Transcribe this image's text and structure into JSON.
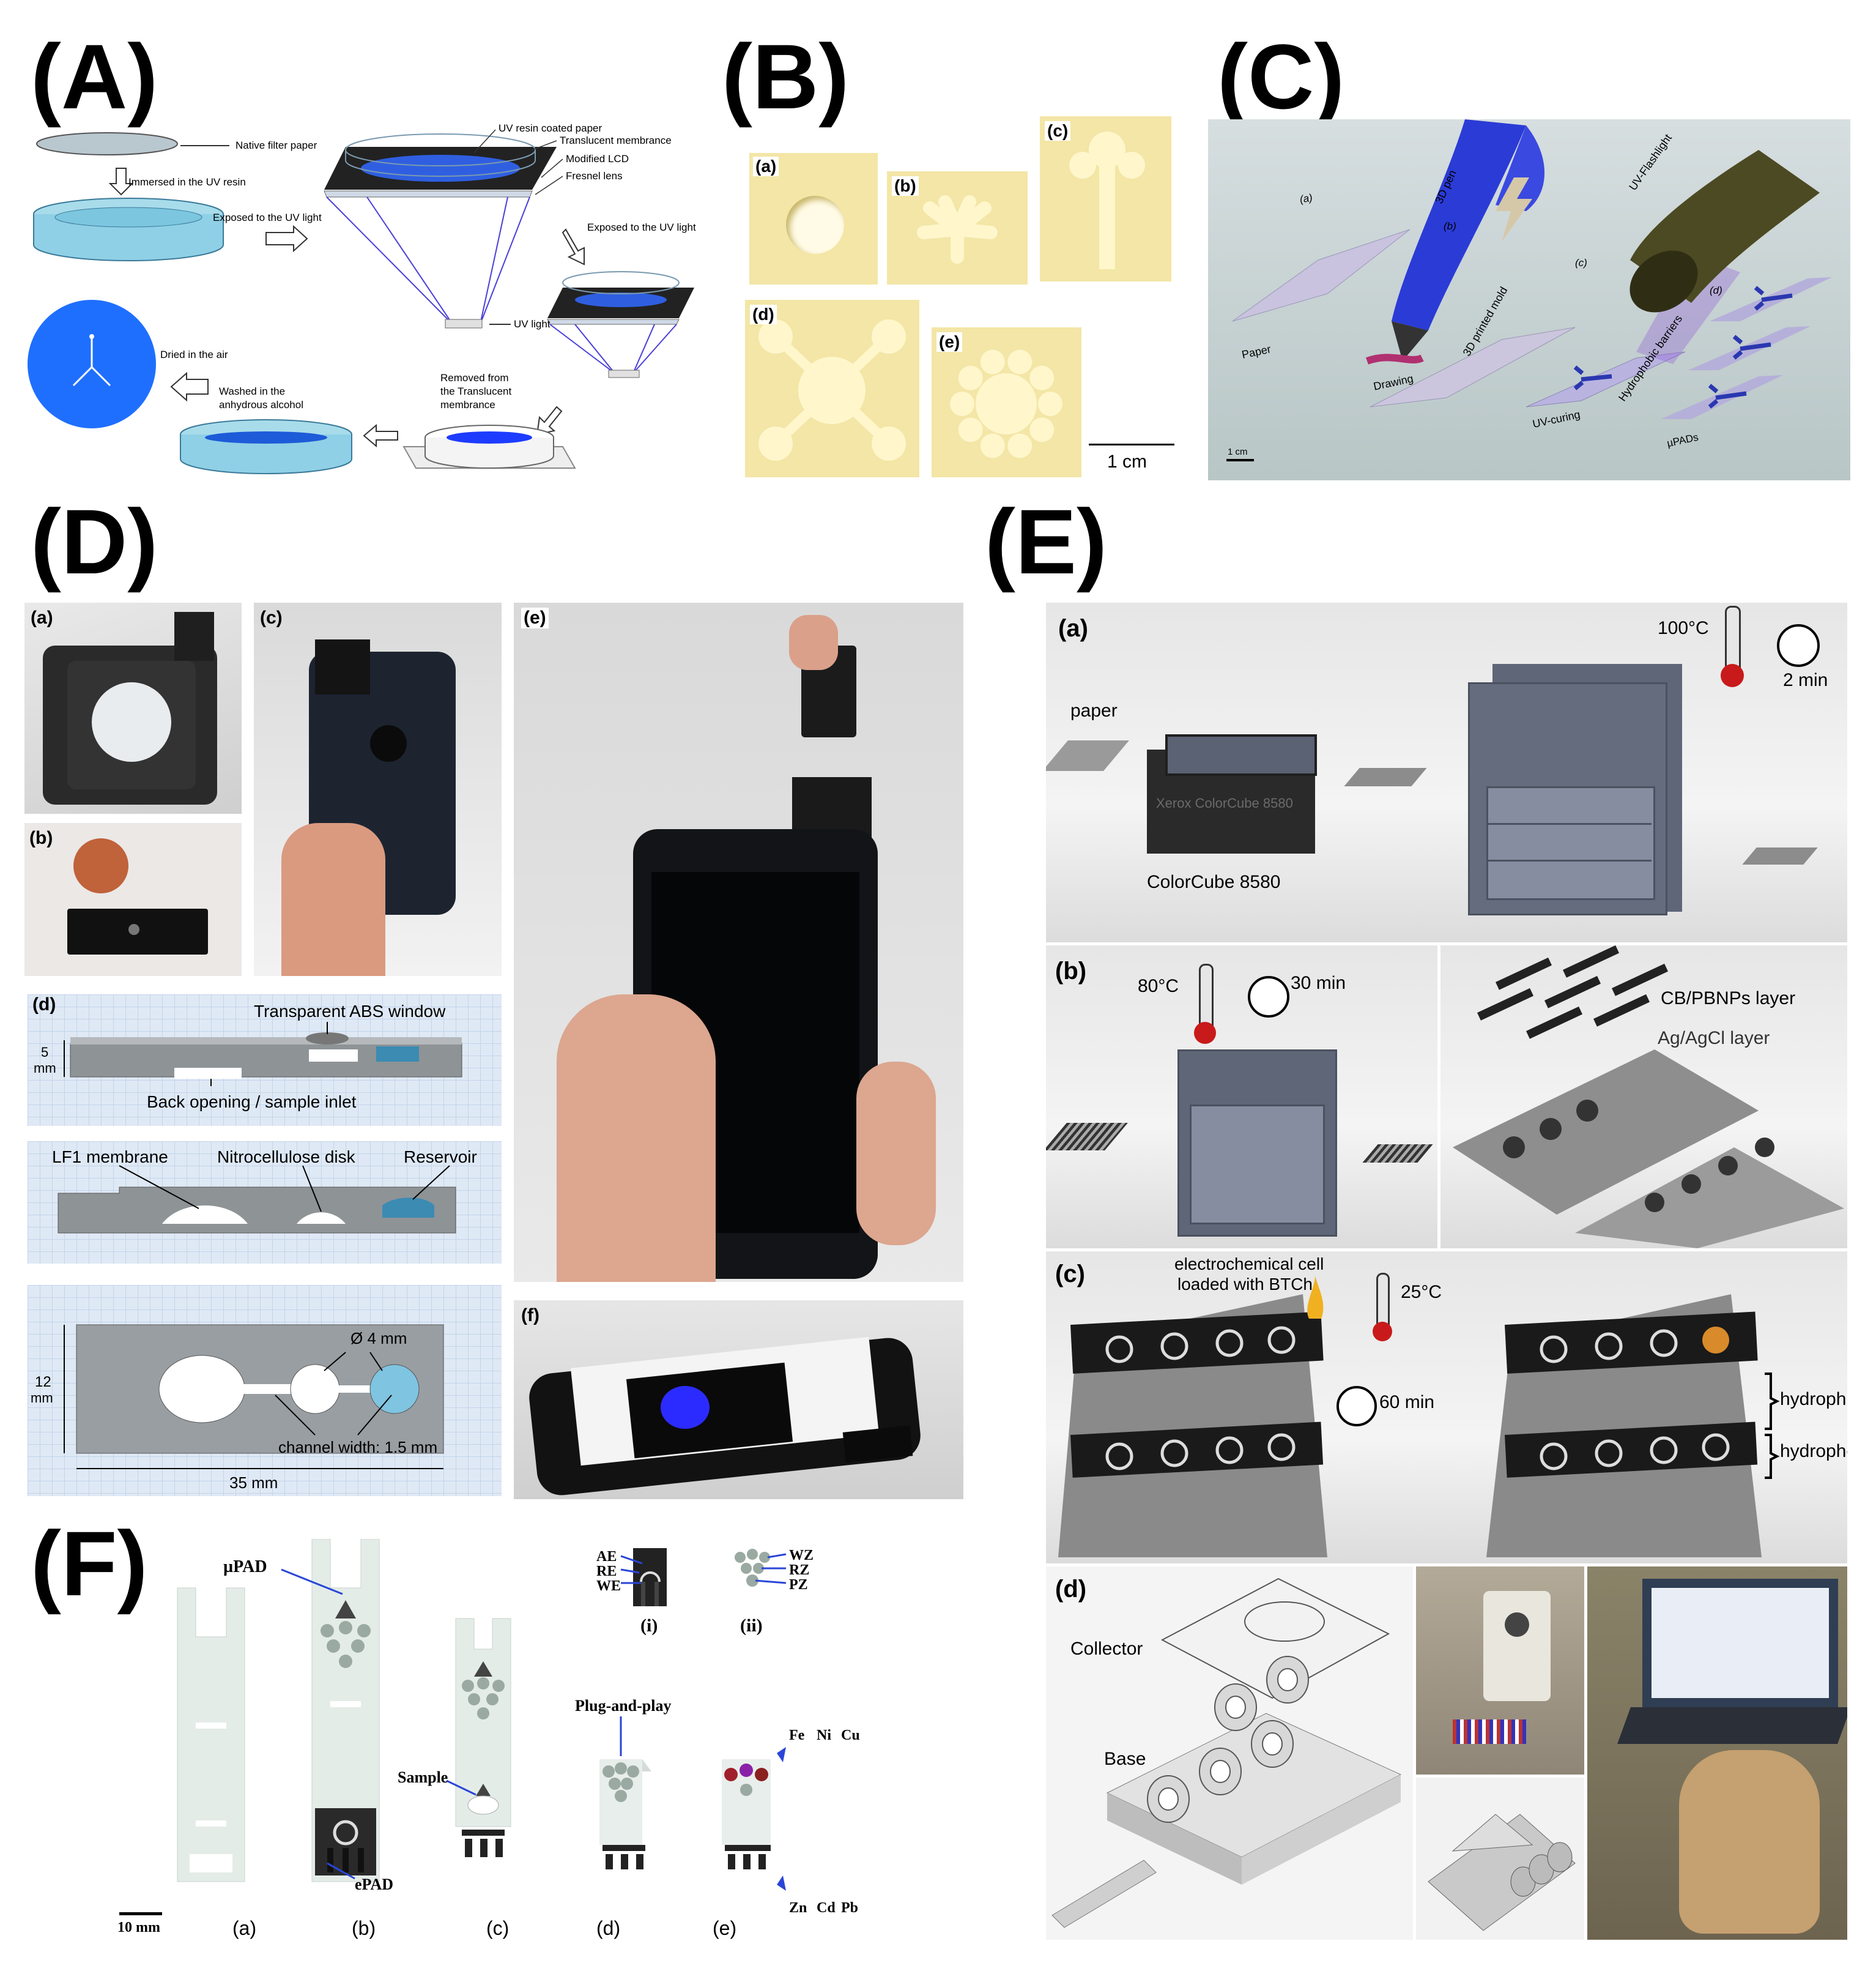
{
  "panel_letters": {
    "A": "(A)",
    "B": "(B)",
    "C": "(C)",
    "D": "(D)",
    "E": "(E)",
    "F": "(F)"
  },
  "panel_A": {
    "labels": {
      "native_paper": "Native filter paper",
      "immersed": "Immersed in the UV resin",
      "exposed1": "Exposed to the UV light",
      "uv_coated": "UV resin coated paper",
      "translucent": "Translucent membrance",
      "lcd": "Modified LCD",
      "fresnel": "Fresnel lens",
      "uv_light": "UV light",
      "exposed2": "Exposed to the UV light",
      "dried": "Dried in the air",
      "washed_1": "Washed in the",
      "washed_2": "anhydrous alcohol",
      "removed_1": "Removed from",
      "removed_2": "the Translucent",
      "removed_3": "membrance"
    }
  },
  "panel_B": {
    "sub": [
      "(a)",
      "(b)",
      "(c)",
      "(d)",
      "(e)"
    ],
    "scale": "1 cm"
  },
  "panel_C": {
    "labels": {
      "a": "(a)",
      "b": "(b)",
      "c": "(c)",
      "d": "(d)",
      "pen": "3D pen",
      "flash": "UV-Flashlight",
      "paper": "Paper",
      "drawing": "Drawing",
      "mold": "3D printed mold",
      "uvcuring": "UV-curing",
      "barriers": "Hydrophobic barriers",
      "upads": "µPADs",
      "scale": "1 cm"
    }
  },
  "panel_D": {
    "sub": [
      "(a)",
      "(b)",
      "(c)",
      "(d)",
      "(e)",
      "(f)"
    ],
    "labels": {
      "window": "Transparent ABS window",
      "five": "5",
      "mm": "mm",
      "back": "Back opening / sample inlet",
      "lf1": "LF1 membrane",
      "nitro": "Nitrocellulose disk",
      "reservoir": "Reservoir",
      "twelve": "12",
      "mm2": "mm",
      "diam": "Ø 4 mm",
      "channel": "channel width: 1.5 mm",
      "length": "35 mm"
    }
  },
  "panel_E": {
    "sub": [
      "(a)",
      "(b)",
      "(c)",
      "(d)"
    ],
    "labels": {
      "temp100": "100°C",
      "time2": "2 min",
      "paper": "paper",
      "colorcube": "ColorCube 8580",
      "printer": "Xerox ColorCube 8580",
      "temp80": "80°C",
      "time30": "30 min",
      "cb": "CB/PBNPs layer",
      "ag": "Ag/AgCl layer",
      "cell_1": "electrochemical cell",
      "cell_2": "loaded with BTCh",
      "temp25": "25°C",
      "time60": "60 min",
      "hydrophilic": "hydrophilic",
      "hydrophobic": "hydrophobic",
      "collector": "Collector",
      "base": "Base"
    }
  },
  "panel_F": {
    "labels": {
      "upad": "µPAD",
      "epad": "ePAD",
      "sample": "Sample",
      "plug": "Plug-and-play",
      "ae": "AE",
      "re": "RE",
      "we": "WE",
      "wz": "WZ",
      "rz": "RZ",
      "pz": "PZ",
      "i": "(i)",
      "ii": "(ii)",
      "fe": "Fe",
      "ni": "Ni",
      "cu": "Cu",
      "zn": "Zn",
      "cd": "Cd",
      "pb": "Pb",
      "scale": "10 mm",
      "a": "(a)",
      "b": "(b)",
      "c": "(c)",
      "d": "(d)",
      "e": "(e)"
    }
  }
}
